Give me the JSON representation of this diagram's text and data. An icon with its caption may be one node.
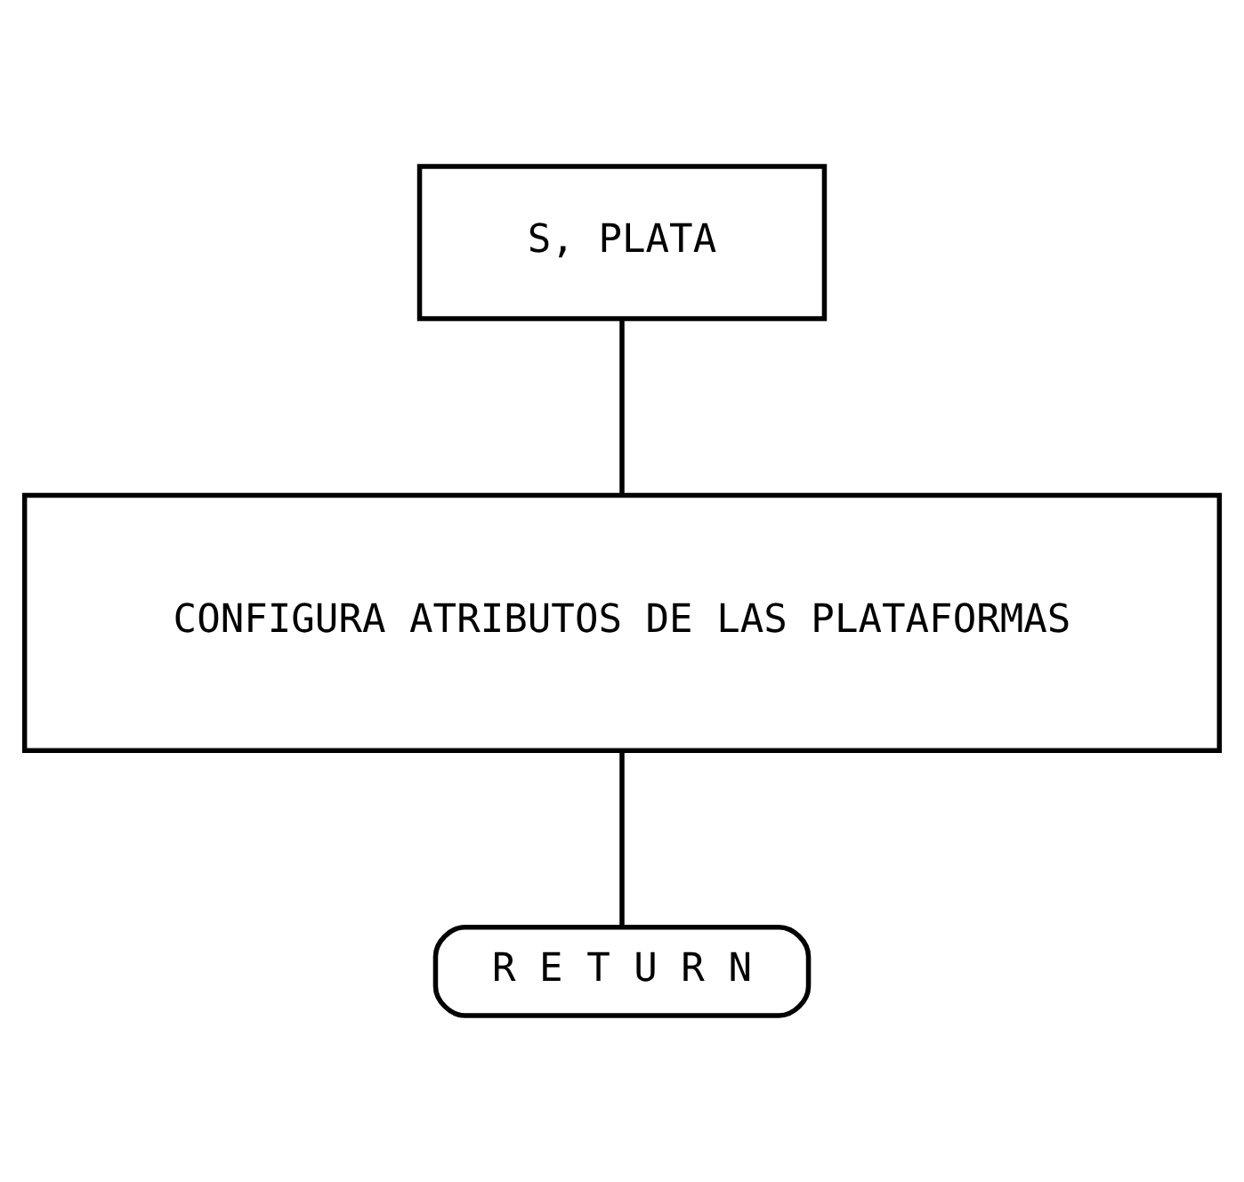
{
  "diagram": {
    "nodes": [
      {
        "text": [
          "S, PLATA"
        ]
      },
      {
        "text": [
          "CONFIGURA ATRIBUTOS DE LAS PLATAFORMAS"
        ]
      },
      {
        "text": [
          "R E T U R N"
        ]
      }
    ],
    "edges": [
      {
        "from": 0,
        "to": 1,
        "arrow": "none"
      },
      {
        "from": 1,
        "to": 2,
        "arrow": "none"
      }
    ]
  }
}
